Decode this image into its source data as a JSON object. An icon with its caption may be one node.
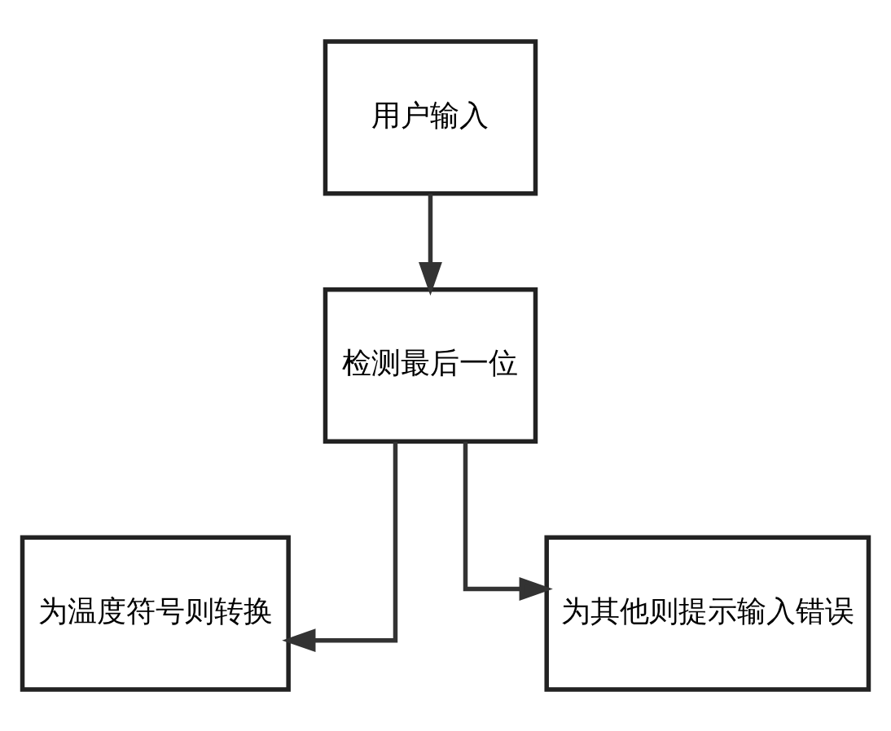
{
  "diagram": {
    "nodes": [
      {
        "text": [
          "用户输入"
        ]
      },
      {
        "text": [
          "检测最后一位"
        ]
      },
      {
        "text": [
          "为温度符号则转换"
        ]
      },
      {
        "text": [
          "为其他则提示输入错误"
        ]
      }
    ],
    "edges": [
      {
        "from": 0,
        "to": 1,
        "arrow": "to"
      },
      {
        "from": 1,
        "to": 2,
        "arrow": "to"
      },
      {
        "from": 1,
        "to": 3,
        "arrow": "to"
      }
    ]
  }
}
